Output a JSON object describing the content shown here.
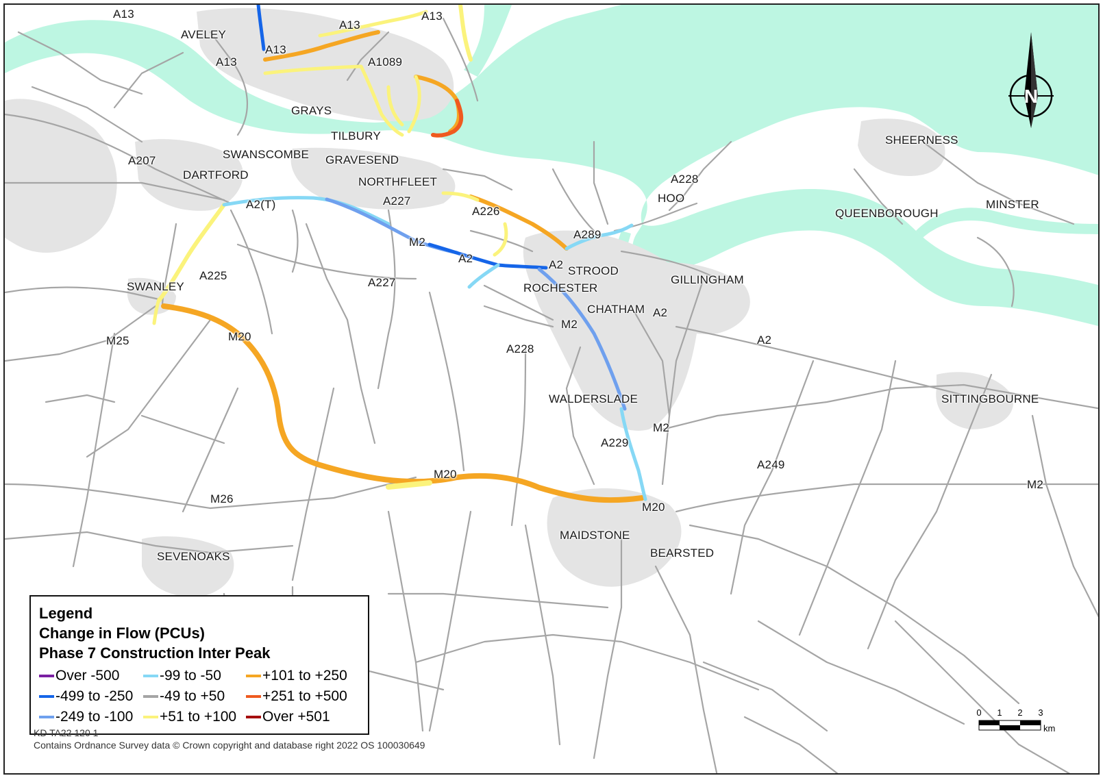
{
  "colors": {
    "water": "#bdf6e2",
    "urban": "#e4e4e4",
    "road": "#a5a5a5",
    "over_minus_500": "#7a1fa2",
    "minus_499_to_minus_250": "#1565e8",
    "minus_249_to_minus_100": "#6fa0ee",
    "minus_99_to_minus_50": "#86d8f5",
    "minus_49_to_plus_50": "#a5a5a5",
    "plus_51_to_plus_100": "#fbf37c",
    "plus_101_to_plus_250": "#f5a623",
    "plus_251_to_plus_500": "#ef5a1f",
    "over_plus_501": "#a50e0e"
  },
  "places": [
    {
      "id": "aveley",
      "text": "AVELEY"
    },
    {
      "id": "grays",
      "text": "GRAYS"
    },
    {
      "id": "tilbury",
      "text": "TILBURY"
    },
    {
      "id": "swanscombe",
      "text": "SWANSCOMBE"
    },
    {
      "id": "gravesend",
      "text": "GRAVESEND"
    },
    {
      "id": "dartford",
      "text": "DARTFORD"
    },
    {
      "id": "northfleet",
      "text": "NORTHFLEET"
    },
    {
      "id": "swanley",
      "text": "SWANLEY"
    },
    {
      "id": "strood",
      "text": "STROOD"
    },
    {
      "id": "rochester",
      "text": "ROCHESTER"
    },
    {
      "id": "chatham",
      "text": "CHATHAM"
    },
    {
      "id": "gillingham",
      "text": "GILLINGHAM"
    },
    {
      "id": "hoo",
      "text": "HOO"
    },
    {
      "id": "sheerness",
      "text": "SHEERNESS"
    },
    {
      "id": "queenborough",
      "text": "QUEENBOROUGH"
    },
    {
      "id": "minster",
      "text": "MINSTER"
    },
    {
      "id": "walderslade",
      "text": "WALDERSLADE"
    },
    {
      "id": "sittingbourne",
      "text": "SITTINGBOURNE"
    },
    {
      "id": "maidstone",
      "text": "MAIDSTONE"
    },
    {
      "id": "bearsted",
      "text": "BEARSTED"
    },
    {
      "id": "sevenoaks",
      "text": "SEVENOAKS"
    }
  ],
  "roads": [
    {
      "id": "a13-1",
      "text": "A13"
    },
    {
      "id": "a13-2",
      "text": "A13"
    },
    {
      "id": "a13-3",
      "text": "A13"
    },
    {
      "id": "a13-4",
      "text": "A13"
    },
    {
      "id": "a13-5",
      "text": "A13"
    },
    {
      "id": "a1089",
      "text": "A1089"
    },
    {
      "id": "a207",
      "text": "A207"
    },
    {
      "id": "a2t",
      "text": "A2(T)"
    },
    {
      "id": "a227-1",
      "text": "A227"
    },
    {
      "id": "a227-2",
      "text": "A227"
    },
    {
      "id": "a226",
      "text": "A226"
    },
    {
      "id": "a228-1",
      "text": "A228"
    },
    {
      "id": "a228-2",
      "text": "A228"
    },
    {
      "id": "a289",
      "text": "A289"
    },
    {
      "id": "m2-1",
      "text": "M2"
    },
    {
      "id": "a2-1",
      "text": "A2"
    },
    {
      "id": "a2-2",
      "text": "A2"
    },
    {
      "id": "a2-3",
      "text": "A2"
    },
    {
      "id": "a2-4",
      "text": "A2"
    },
    {
      "id": "m2-2",
      "text": "M2"
    },
    {
      "id": "m2-3",
      "text": "M2"
    },
    {
      "id": "m2-4",
      "text": "M2"
    },
    {
      "id": "a225",
      "text": "A225"
    },
    {
      "id": "m25",
      "text": "M25"
    },
    {
      "id": "m20-1",
      "text": "M20"
    },
    {
      "id": "m20-2",
      "text": "M20"
    },
    {
      "id": "m20-3",
      "text": "M20"
    },
    {
      "id": "a229",
      "text": "A229"
    },
    {
      "id": "a249",
      "text": "A249"
    },
    {
      "id": "m26",
      "text": "M26"
    }
  ],
  "legend": {
    "title": "Legend",
    "subtitle1": "Change in Flow (PCUs)",
    "subtitle2": "Phase 7 Construction Inter Peak",
    "items": [
      {
        "label": "Over -500",
        "color_key": "over_minus_500"
      },
      {
        "label": "-99 to -50",
        "color_key": "minus_99_to_minus_50"
      },
      {
        "label": "+101 to +250",
        "color_key": "plus_101_to_plus_250"
      },
      {
        "label": "-499 to -250",
        "color_key": "minus_499_to_minus_250"
      },
      {
        "label": "-49 to +50",
        "color_key": "minus_49_to_plus_50"
      },
      {
        "label": "+251 to +500",
        "color_key": "plus_251_to_plus_500"
      },
      {
        "label": "-249 to -100",
        "color_key": "minus_249_to_minus_100"
      },
      {
        "label": "+51 to +100",
        "color_key": "plus_51_to_plus_100"
      },
      {
        "label": "Over +501",
        "color_key": "over_plus_501"
      }
    ]
  },
  "scale_bar": {
    "ticks": [
      "0",
      "1",
      "2",
      "3"
    ],
    "unit": "km"
  },
  "north_arrow": {
    "letter": "N",
    "icon": "north-arrow-icon"
  },
  "footer": {
    "ref": "KD TA22 120 1",
    "copyright": "Contains Ordnance Survey data © Crown copyright and database right 2022 OS 100030649"
  }
}
